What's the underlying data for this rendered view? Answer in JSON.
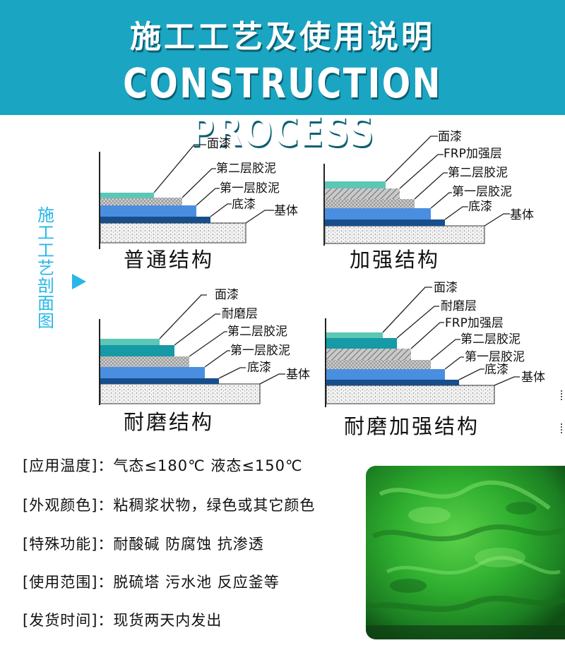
{
  "header": {
    "title_cn": "施工工艺及使用说明",
    "title_en": "CONSTRUCTION PROCESS"
  },
  "side": {
    "label": "施工工艺剖面图",
    "arrow_icon": "arrow-right-icon",
    "color": "#27b7e8"
  },
  "diagrams": [
    {
      "title": "普通结构",
      "labels": [
        "面漆",
        "第二层胶泥",
        "第一层胶泥",
        "底漆",
        "基体"
      ]
    },
    {
      "title": "加强结构",
      "labels": [
        "面漆",
        "FRP加强层",
        "第二层胶泥",
        "第一层胶泥",
        "底漆",
        "基体"
      ]
    },
    {
      "title": "耐磨结构",
      "labels": [
        "面漆",
        "耐磨层",
        "第二层胶泥",
        "第一层胶泥",
        "底漆",
        "基体"
      ]
    },
    {
      "title": "耐磨加强结构",
      "labels": [
        "面漆",
        "耐磨层",
        "FRP加强层",
        "第二层胶泥",
        "第一层胶泥",
        "底漆",
        "基体"
      ]
    }
  ],
  "specs": [
    {
      "key": "[应用温度]：",
      "value": "气态≤180℃  液态≤150℃"
    },
    {
      "key": "[外观颜色]：",
      "value": "粘稠浆状物，绿色或其它颜色"
    },
    {
      "key": "[特殊功能]：",
      "value": "耐酸碱  防腐蚀  抗渗透"
    },
    {
      "key": "[使用范围]：",
      "value": "脱硫塔  污水池  反应釜等"
    },
    {
      "key": "[发货时间]：",
      "value": "现货两天内发出"
    }
  ],
  "colors": {
    "header_bg": "#1aa5c2",
    "topcoat": "#5cc7b5",
    "mortar": "#b8b8b8",
    "frp": "#c0c0c0",
    "primer_light": "#4a8ee0",
    "primer_dark": "#164f8c",
    "wear": "#159aa6",
    "substrate": "#eeeeee",
    "product": "#2fae2f"
  },
  "product_image": "green-paste-photo"
}
